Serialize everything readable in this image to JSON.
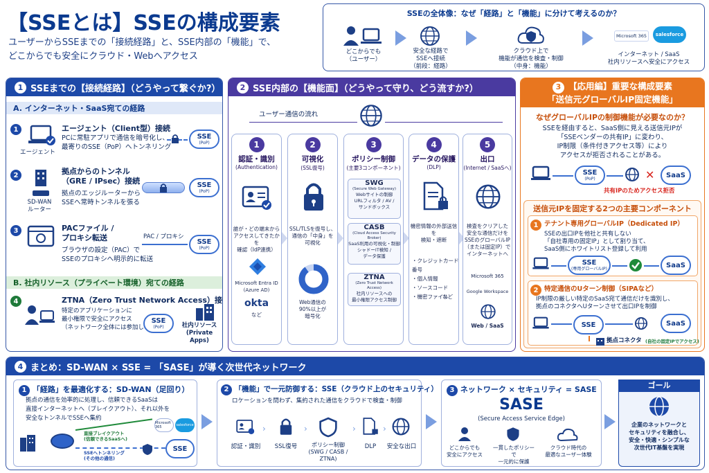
{
  "header": {
    "title": "【SSEとは】SSEの構成要素",
    "subtitle": "ユーザーからSSEまでの「接続経路」と、SSE内部の「機能」で、\nどこからでも安全にクラウド・Webへアクセス"
  },
  "overview": {
    "title": "SSEの全体像：なぜ「経路」と「機能」に分けて考えるのか？",
    "steps": [
      {
        "label": "どこからでも\n（ユーザー）"
      },
      {
        "label": "安全な経路で\nSSEへ接続\n（前段：経路）"
      },
      {
        "label": "クラウド上で\n機能が通信を検査・制御\n（中身：機能）"
      },
      {
        "label": "インターネット / SaaS\n社内リソースへ安全にアクセス"
      }
    ],
    "logo1": "Microsoft 365",
    "logo2": "salesforce"
  },
  "route": {
    "num": "1",
    "title": "SSEまでの【接続経路】（どうやって繋ぐか?）",
    "sectionA": "A. インターネット・SaaS宛ての経路",
    "items": [
      {
        "num": "1",
        "title": "エージェント（Client型）接続",
        "desc": "PCに常駐アプリで通信を暗号化し、\n最寄りのSSE（PoP）へトンネリング",
        "icon_label": "エージェント"
      },
      {
        "num": "2",
        "title": "拠点からのトンネル\n（GRE / IPsec）接続",
        "desc": "拠点のエッジルーターから\nSSEへ常時トンネルを張る",
        "icon_label": "SD-WAN\nルーター"
      },
      {
        "num": "3",
        "title": "PACファイル /\nプロキシ転送",
        "desc": "ブラウザの設定（PAC）で\nSSEのプロキシへ明示的に転送",
        "path_label": "PAC / プロキシ"
      }
    ],
    "sectionB": "B. 社内リソース（プライベート環境）宛ての経路",
    "item4": {
      "num": "4",
      "title": "ZTNA（Zero Trust Network Access）接続",
      "desc": "特定のアプリケーションに\n最小権限で安全にアクセス\n（ネットワーク全体には参加しない）",
      "target": "社内リソース\n(Private Apps)"
    },
    "cloud_main": "SSE",
    "cloud_sub": "(PoP)"
  },
  "functions": {
    "num": "2",
    "title": "SSE内部の【機能面】（どうやって守り、どう流すか?）",
    "flow_label": "ユーザー通信の流れ",
    "cols": [
      {
        "num": "1",
        "title": "認証・識別",
        "sub": "(Authentication)",
        "desc": "誰が・どの端末から\nアクセスしてきたかを\n確認（IdP連携）",
        "logos": [
          "Microsoft Entra ID\n(Azure AD)",
          "okta",
          "など"
        ]
      },
      {
        "num": "2",
        "title": "可視化",
        "sub": "(SSL復号)",
        "desc": "SSL/TLSを復号し、\n通信の「中身」を\n可視化",
        "stat": "Web通信の\n90%以上が\n暗号化"
      },
      {
        "num": "3",
        "title": "ポリシー制御",
        "sub": "(主要3コンポーネント)",
        "boxes": [
          {
            "name": "SWG",
            "full": "(Secure Web Gateway)",
            "desc": "Webサイトの制御\nURLフィルタ / AV /\nサンドボックス"
          },
          {
            "name": "CASB",
            "full": "(Cloud Access Security Broker)",
            "desc": "SaaS利用の可視化・制御\nシャドーIT検知 /\nデータ保護"
          },
          {
            "name": "ZTNA",
            "full": "(Zero Trust Network Access)",
            "desc": "社内リソースへの\n最小権限アクセス制御"
          }
        ]
      },
      {
        "num": "4",
        "title": "データの保護",
        "sub": "(DLP)",
        "desc": "機密情報の外部送信を\n検知・遮断",
        "list": "・クレジットカード番号\n・個人情報\n・ソースコード\n・機密ファイル",
        "more": "など"
      },
      {
        "num": "5",
        "title": "出口",
        "sub": "(Internet / SaaSへ)",
        "desc": "検査をクリアした\n安全な通信だけを\nSSEのグローバルIP\n（または固定IP）で\nインターネットへ",
        "logos": [
          "Microsoft 365",
          "Google Workspace",
          "Web / SaaS"
        ]
      }
    ]
  },
  "advanced": {
    "num": "3",
    "title": "【応用編】重要な構成要素",
    "title2": "「送信元グローバルIP固定機能」",
    "q": "なぜグローバルIPの制御機能が必要なのか？",
    "desc": "SSEを経由すると、SaaS側に見える送信元IPが\n「SSEベンダーの共有IP」に変わり、\nIP制限（条件付きアクセス等）により\nアクセスが拒否されることがある。",
    "deny": "共有IPのためアクセス拒否",
    "sub": "送信元IPを固定する2つの主要コンポーネント",
    "c1": {
      "num": "1",
      "title": "テナント専用グローバルIP（Dedicated IP）",
      "desc": "SSEの出口IPを他社と共有しない\n「自社専用の固定IP」として割り当て、\nSaaS側にホワイトリスト登録して利用",
      "cloud_sub": "(専用グローバルIP)"
    },
    "c2": {
      "num": "2",
      "title": "特定通信のUターン制御（SIPAなど）",
      "desc": "IP制限の厳しい特定のSaaS宛て通信だけを識別し、\n拠点のコネクタへUターンさせて出口IPを制御",
      "connector": "拠点コネクタ",
      "fixed": "(自社の固定IPでアクセス)"
    },
    "saas": "SaaS",
    "pop": "(PoP)"
  },
  "summary": {
    "num": "4",
    "title": "まとめ：SD-WAN × SSE = 「SASE」が導く次世代ネットワーク",
    "p1": {
      "num": "1",
      "title": "「経路」を最適化する：SD-WAN（足回り）",
      "desc": "拠点の通信を効率的に処理し、信頼できるSaaSは\n直接インターネットへ（ブレイクアウト）、それ以外を\n安全なトンネルでSSEへ集約",
      "label_a": "直接ブレイクアウト\n(信頼できるSaaSへ)",
      "label_b": "SSEへトンネリング\n(その他の通信)"
    },
    "p2": {
      "num": "2",
      "title": "「機能」で一元防御する：SSE（クラウド上のセキュリティ）",
      "desc": "ロケーションを問わず、集約された通信をクラウドで検査・制御",
      "steps": [
        "認証・識別",
        "SSL復号",
        "ポリシー制御\n(SWG / CASB / ZTNA)",
        "DLP",
        "安全な出口"
      ]
    },
    "p3": {
      "num": "3",
      "title": "ネットワーク × セキュリティ = SASE",
      "big": "SASE",
      "full": "(Secure Access Service Edge)",
      "items": [
        "どこからでも\n安全にアクセス",
        "一貫したポリシーで\n一元的に保護",
        "クラウド時代の\n最適なユーザー体験"
      ]
    },
    "goal": {
      "title": "ゴール",
      "desc": "企業のネットワークと\nセキュリティを融合し、\n安全・快適・シンプルな\n次世代IT基盤を実現"
    }
  },
  "colors": {
    "blue": "#1d49a8",
    "purple": "#4a3aa0",
    "orange": "#e8761f",
    "navy": "#0b3a8f"
  }
}
